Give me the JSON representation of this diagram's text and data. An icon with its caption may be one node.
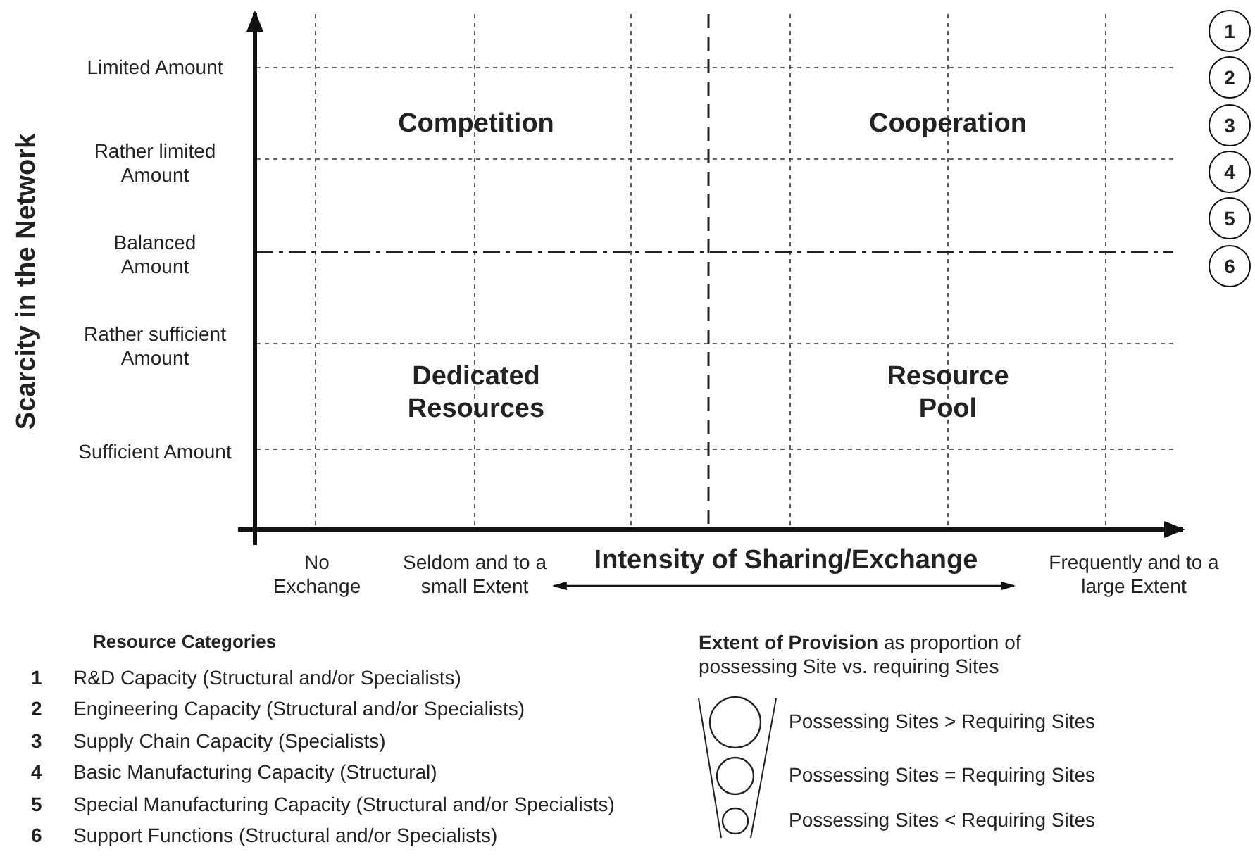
{
  "diagram": {
    "nodes": [
      {
        "text": [
          "1"
        ]
      },
      {
        "text": [
          "2"
        ]
      },
      {
        "text": [
          "3"
        ]
      },
      {
        "text": [
          "4"
        ]
      },
      {
        "text": [
          "5"
        ]
      },
      {
        "text": [
          "6"
        ]
      }
    ],
    "edges": [],
    "labels": [
      "Scarcity in the Network",
      "Limited Amount",
      "Rather limited Amount",
      "Balanced Amount",
      "Rather sufficient Amount",
      "Sufficient Amount",
      "Competition",
      "Cooperation",
      "Dedicated Resources",
      "Resource Pool",
      "No Exchange",
      "Seldom and to a small Extent",
      "Intensity of Sharing/Exchange",
      "Frequently and to a large Extent",
      "Resource Categories",
      "1",
      "R&D Capacity (Structural and/or Specialists)",
      "2",
      "Engineering Capacity (Structural and/or Specialists)",
      "3",
      "Supply Chain Capacity (Specialists)",
      "4",
      "Basic Manufacturing Capacity (Structural)",
      "5",
      "Special Manufacturing Capacity (Structural and/or Specialists)",
      "6",
      "Support Functions (Structural and/or Specialists)",
      "**Extent of Provision** as proportion of possessing Site vs. requiring Sites"
    ],
    "legend": [
      {
        "text": "Possessing Sites > Requiring Sites"
      },
      {
        "text": "Possessing Sites = Requiring Sites"
      },
      {
        "text": "Possessing Sites < Requiring Sites"
      }
    ]
  }
}
